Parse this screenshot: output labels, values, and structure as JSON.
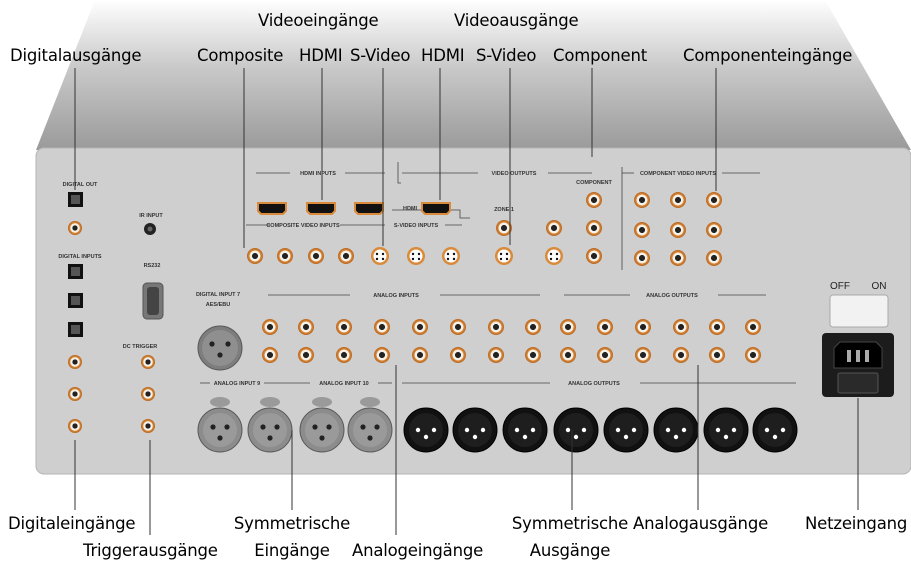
{
  "callouts": {
    "digital_outputs": "Digitalausgänge",
    "video_inputs": "Videoeingänge",
    "video_outputs": "Videoausgänge",
    "composite": "Composite",
    "hdmi_in": "HDMI",
    "svideo_in": "S-Video",
    "hdmi_out": "HDMI",
    "svideo_out": "S-Video",
    "component": "Component",
    "component_inputs": "Componenteingänge",
    "digital_inputs": "Digitaleingänge",
    "trigger_outputs": "Triggerausgänge",
    "balanced_inputs": "Symmetrische Eingänge",
    "balanced_inputs_l1": "Symmetrische",
    "balanced_inputs_l2": "Eingänge",
    "analog_inputs": "Analogeingänge",
    "balanced_outputs_l1": "Symmetrische",
    "balanced_outputs_l2": "Ausgänge",
    "analog_outputs": "Analogausgänge",
    "power_input": "Netzeingang"
  },
  "panel_labels": {
    "digital_out": "DIGITAL OUT",
    "digital_inputs": "DIGITAL INPUTS",
    "ir_input": "IR INPUT",
    "rs232": "RS232",
    "dc_trigger": "DC TRIGGER",
    "hdmi_inputs": "HDMI INPUTS",
    "composite_video_inputs": "COMPOSITE VIDEO INPUTS",
    "s_video_inputs": "S-VIDEO INPUTS",
    "video_outputs": "VIDEO OUTPUTS",
    "hdmi": "HDMI",
    "zone": "ZONE 1",
    "component": "COMPONENT",
    "component_video_inputs": "COMPONENT VIDEO INPUTS",
    "digital_input_7": "DIGITAL INPUT 7",
    "aes_ebu": "AES/EBU",
    "analog_inputs": "ANALOG INPUTS",
    "analog_outputs_top": "ANALOG OUTPUTS",
    "analog_input_9": "ANALOG INPUT 9",
    "analog_input_10": "ANALOG INPUT 10",
    "analog_outputs_bottom": "ANALOG OUTPUTS",
    "off": "OFF",
    "on": "ON"
  },
  "colors": {
    "panel": "#cfcfcf",
    "top_cover": "#9a9a9a",
    "connector_orange": "#d98a3a",
    "xlr_female": "#8c8c8c",
    "xlr_male": "#111111",
    "power_socket": "#1a1a1a"
  }
}
